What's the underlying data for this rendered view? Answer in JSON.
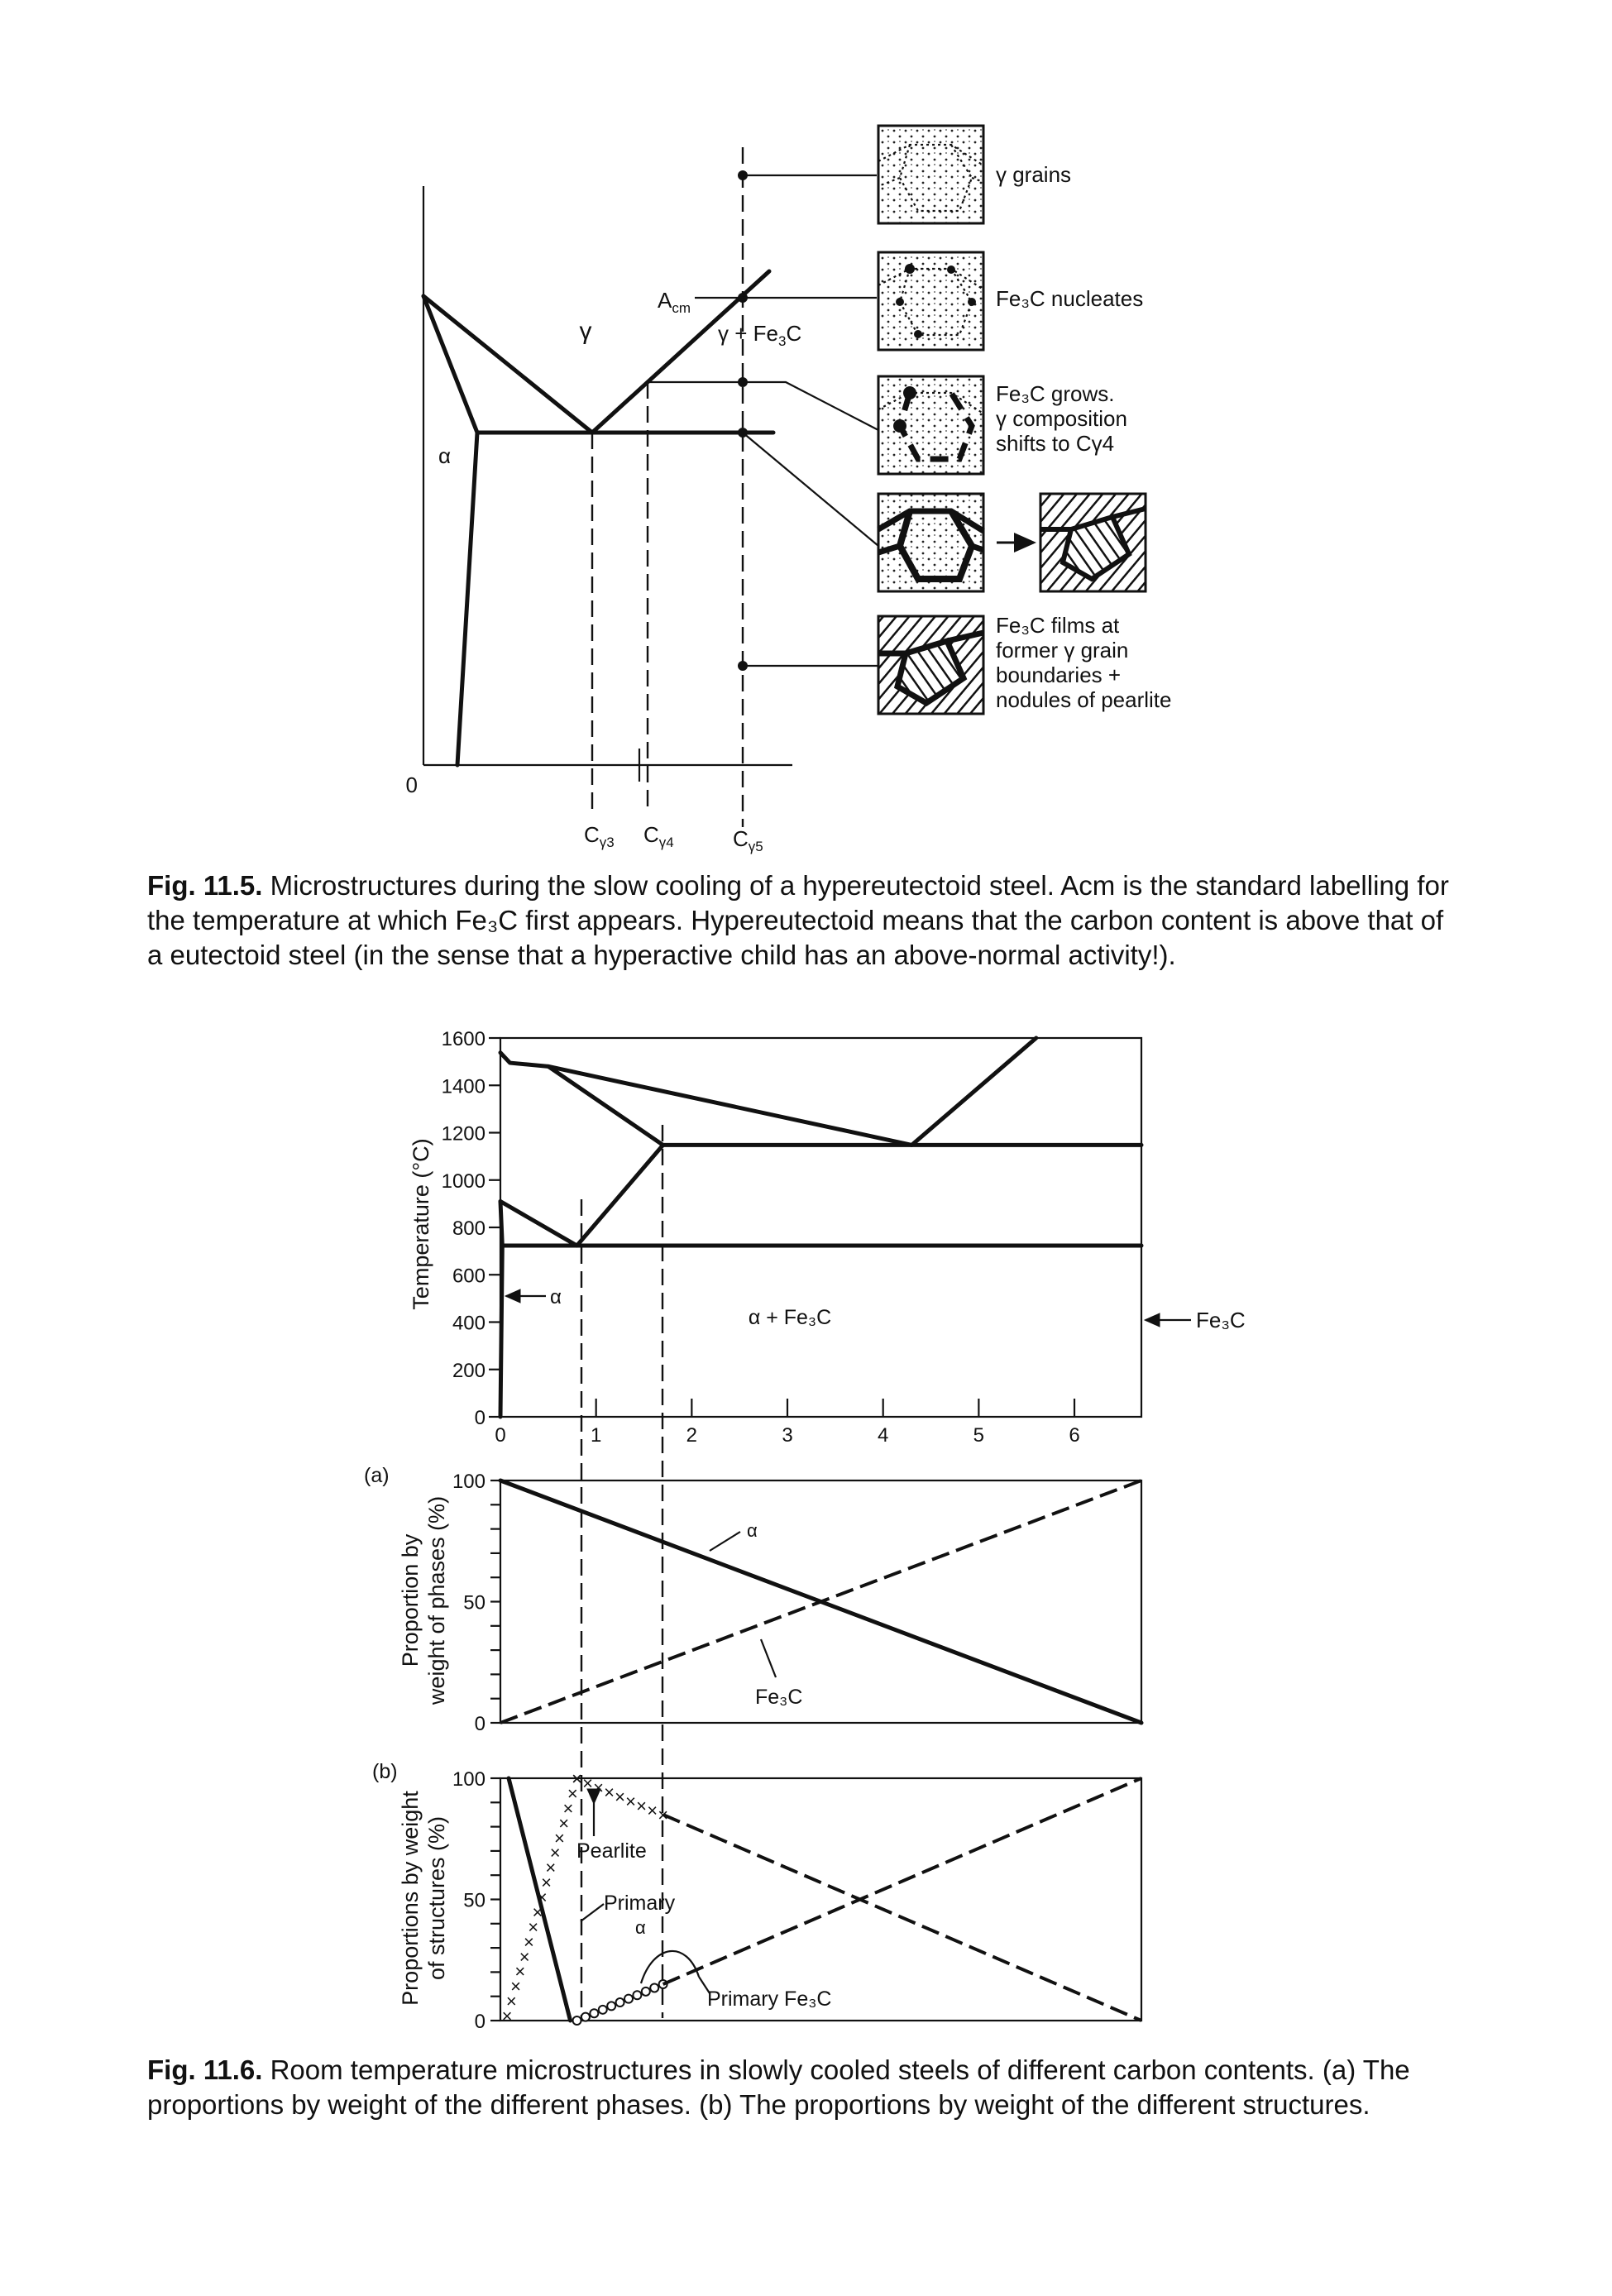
{
  "fig5": {
    "labels": {
      "gamma": "γ",
      "acm": "A",
      "acm_sub": "cm",
      "gamma_fe3c": "γ + Fe",
      "gamma_fe3c_sub": "3",
      "gamma_fe3c_tail": "C",
      "alpha": "α",
      "zero": "0",
      "cg3": "C",
      "cg3_sub": "γ3",
      "cg4": "C",
      "cg4_sub": "γ4",
      "cg5": "C",
      "cg5_sub": "γ5"
    },
    "stages": [
      {
        "text_lines": [
          "γ grains"
        ]
      },
      {
        "text_lines": [
          "Fe₃C nucleates"
        ]
      },
      {
        "text_lines": [
          "Fe₃C grows.",
          "γ composition",
          "shifts to Cγ4"
        ]
      },
      {
        "text_lines": []
      },
      {
        "text_lines": [
          "Fe₃C films at",
          "former γ grain",
          "boundaries +",
          "nodules of pearlite"
        ]
      }
    ],
    "caption": {
      "fig_label": "Fig. 11.5.",
      "text": " Microstructures during the slow cooling of a hypereutectoid steel. Acm is the standard labelling for the temperature at which Fe₃C first appears. Hypereutectoid means that the carbon content is above that of a eutectoid steel (in the sense that a hyperactive child has an above-normal activity!)."
    }
  },
  "fig6": {
    "top": {
      "ylabel": "Temperature (°C)",
      "y_ticks": [
        "0",
        "200",
        "400",
        "600",
        "800",
        "1000",
        "1200",
        "1400",
        "1600"
      ],
      "x_ticks": [
        "0",
        "1",
        "2",
        "3",
        "4",
        "5",
        "6"
      ],
      "label_alpha": "α",
      "label_alpha_fe3c": "α + Fe₃C",
      "label_fe3c": "Fe₃C"
    },
    "panel_a": {
      "tag": "(a)",
      "ylabel_line1": "Proportion by",
      "ylabel_line2": "weight of phases (%)",
      "y_ticks": [
        "0",
        "50",
        "100"
      ],
      "label_alpha": "α",
      "label_fe3c": "Fe₃C"
    },
    "panel_b": {
      "tag": "(b)",
      "ylabel_line1": "Proportions by weight",
      "ylabel_line2": "of structures (%)",
      "y_ticks": [
        "0",
        "50",
        "100"
      ],
      "label_pearlite": "Pearlite",
      "label_primary": "Primary",
      "label_primary_alpha": "α",
      "label_primary_fe3c": "Primary Fe₃C"
    },
    "caption": {
      "fig_label": "Fig. 11.6.",
      "text": " Room temperature microstructures in slowly cooled steels of different carbon contents. (a) The proportions by weight of the different phases. (b) The proportions by weight of the different structures."
    }
  },
  "chart_data": [
    {
      "type": "line",
      "title": "",
      "xlabel": "",
      "ylabel": "Temperature (°C)",
      "xlim": [
        0,
        6.7
      ],
      "ylim": [
        0,
        1600
      ],
      "x_ticks": [
        0,
        1,
        2,
        3,
        4,
        5,
        6
      ],
      "y_ticks": [
        0,
        200,
        400,
        600,
        800,
        1000,
        1200,
        1400,
        1600
      ],
      "series": [
        {
          "values": [
            [
              0,
              1538
            ],
            [
              0.1,
              1495
            ],
            [
              0.5,
              1480
            ],
            [
              4.3,
              1148
            ],
            [
              5.6,
              1600
            ]
          ]
        },
        {
          "values": [
            [
              0.5,
              1480
            ],
            [
              1.7,
              1148
            ],
            [
              6.7,
              1148
            ]
          ]
        },
        {
          "values": [
            [
              0,
              910
            ],
            [
              0.8,
              723
            ],
            [
              1.7,
              1148
            ]
          ]
        },
        {
          "values": [
            [
              0.02,
              723
            ],
            [
              6.7,
              723
            ]
          ]
        },
        {
          "values": [
            [
              0,
              0
            ],
            [
              0.02,
              723
            ],
            [
              0,
              910
            ]
          ]
        }
      ]
    },
    {
      "type": "line",
      "title": "",
      "ylabel": "Proportion by weight of phases (%)",
      "xlim": [
        0,
        6.7
      ],
      "ylim": [
        0,
        100
      ],
      "series": [
        {
          "name": "α",
          "x": [
            0,
            6.7
          ],
          "values": [
            100,
            0
          ]
        },
        {
          "name": "Fe₃C",
          "x": [
            0,
            6.7
          ],
          "values": [
            0,
            100
          ]
        }
      ]
    },
    {
      "type": "line",
      "title": "",
      "ylabel": "Proportions by weight of structures (%)",
      "xlim": [
        0,
        6.7
      ],
      "ylim": [
        0,
        100
      ],
      "series": [
        {
          "name": "Pearlite",
          "x": [
            0,
            0.8,
            1.7,
            6.7
          ],
          "values": [
            0,
            100,
            85,
            0
          ]
        },
        {
          "name": "Primary α",
          "x": [
            0,
            0.8
          ],
          "values": [
            100,
            0
          ]
        },
        {
          "name": "Primary Fe₃C",
          "x": [
            0.8,
            1.7,
            6.7
          ],
          "values": [
            0,
            15,
            100
          ]
        }
      ]
    }
  ]
}
